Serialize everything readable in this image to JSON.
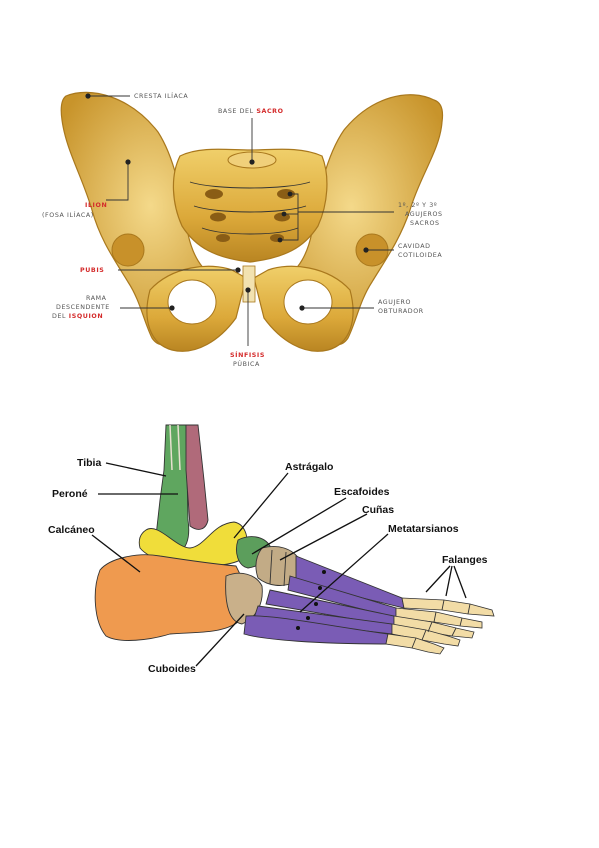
{
  "pelvis": {
    "labels": {
      "cresta": "CRESTA ILÍACA",
      "base_prefix": "BASE DEL ",
      "base_red": "SACRO",
      "ilion_red": "ILION",
      "ilion_sub": "(FOSA ILÍACA)",
      "agujeros_1": "1º, 2º Y 3º",
      "agujeros_2": "AGUJEROS",
      "agujeros_3": "SACROS",
      "cavidad_1": "CAVIDAD",
      "cavidad_2": "COTILOIDEA",
      "pubis_red": "PUBIS",
      "rama_1": "RAMA",
      "rama_2": "DESCENDENTE",
      "rama_3_prefix": "DEL ",
      "rama_3_red": "ISQUION",
      "agujero_obt_1": "AGUJERO",
      "agujero_obt_2": "OBTURADOR",
      "sinfisis_red": "SÍNFISIS",
      "sinfisis_2": "PÚBICA"
    },
    "colors": {
      "bone": "#e3b43f",
      "bone_dark": "#b9861f",
      "label_red": "#d42b2b"
    }
  },
  "foot": {
    "labels": {
      "tibia": "Tibia",
      "perone": "Peroné",
      "calcaneo": "Calcáneo",
      "astragalo": "Astrágalo",
      "escafoides": "Escafoides",
      "cunas": "Cuñas",
      "metatarsianos": "Metatarsianos",
      "falanges": "Falanges",
      "cuboides": "Cuboides"
    },
    "colors": {
      "tibia": "#5fa65f",
      "perone": "#b06a7a",
      "astragalo": "#f0dd3a",
      "calcaneo": "#ef9a4f",
      "escafoides": "#5c9e5c",
      "cunas": "#c2ab86",
      "cuboides": "#c9b08a",
      "metatarsianos": "#7a5cb5",
      "falanges": "#f2dca6"
    }
  }
}
